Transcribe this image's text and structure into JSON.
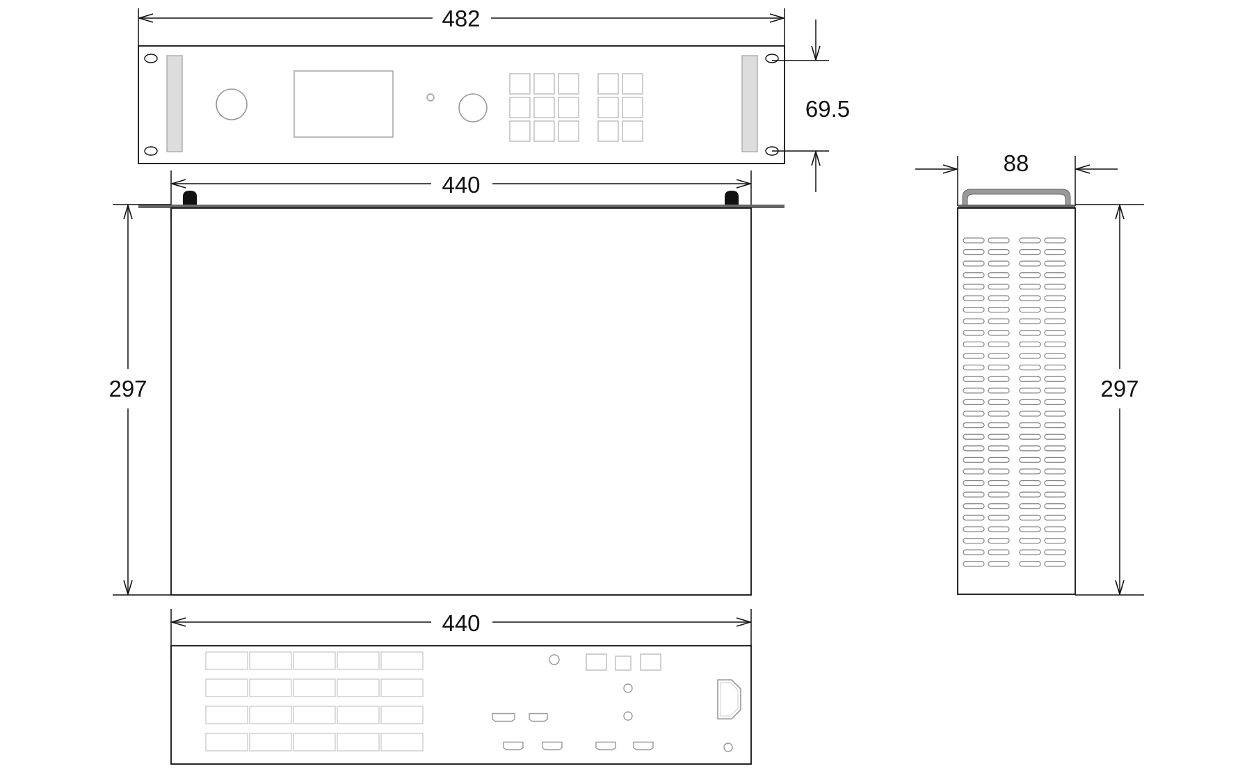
{
  "dimensions": {
    "front_width": "482",
    "front_height": "69.5",
    "top_width": "440",
    "top_depth": "297",
    "side_width": "88",
    "side_depth": "297",
    "rear_width": "440"
  },
  "colors": {
    "line": "#111111",
    "light_line": "#aaaaaa",
    "handle_fill": "#dddddd",
    "rail": "#666666",
    "foot": "#111111"
  },
  "front_panel": {
    "key_groups": [
      {
        "cols": 3,
        "rows": 3
      },
      {
        "cols": 2,
        "rows": 3
      }
    ]
  },
  "rear_panel": {
    "port_grid": {
      "cols": 5,
      "rows": 4
    }
  },
  "side_view": {
    "vent_rows": 29,
    "vent_cols": 4
  }
}
